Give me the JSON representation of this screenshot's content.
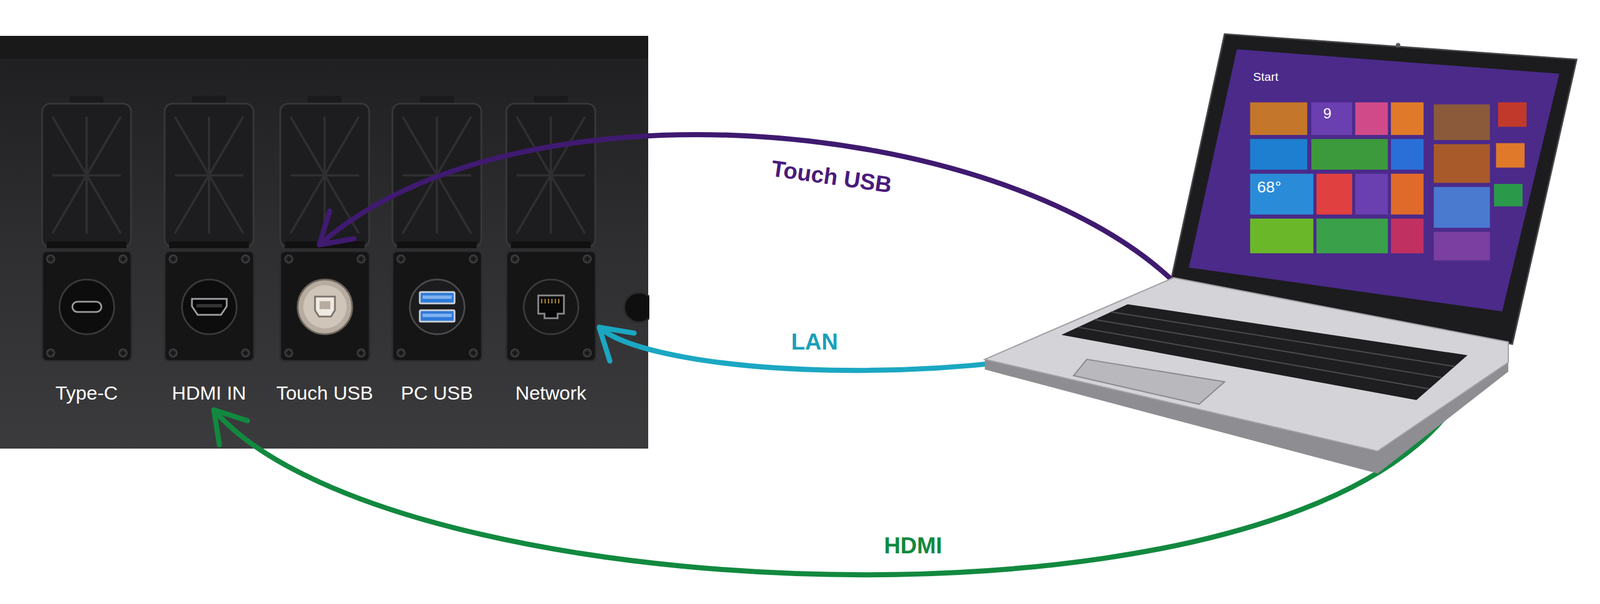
{
  "diagram": {
    "nodes": [
      {
        "text": [
          "Type-C"
        ]
      },
      {
        "text": [
          "HDMI IN"
        ]
      },
      {
        "text": [
          "Touch USB"
        ]
      },
      {
        "text": [
          "PC USB"
        ]
      },
      {
        "text": [
          "Network"
        ]
      },
      {
        "text": [
          "Start"
        ]
      }
    ],
    "edges": [
      {
        "from": 5,
        "to": 2,
        "arrow": "to",
        "label": "Touch USB"
      },
      {
        "from": 5,
        "to": 4,
        "arrow": "to",
        "label": "LAN"
      },
      {
        "from": 5,
        "to": 1,
        "arrow": "to",
        "label": "HDMI"
      }
    ],
    "labels": [
      "9",
      "68°"
    ]
  }
}
